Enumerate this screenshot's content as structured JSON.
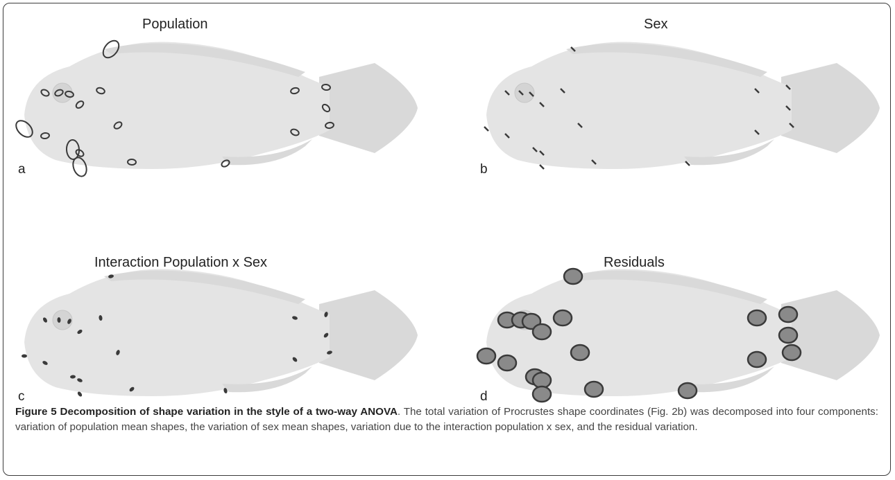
{
  "panels": [
    {
      "title": "Population",
      "letter": "a",
      "style": "ellipse"
    },
    {
      "title": "Sex",
      "letter": "b",
      "style": "tick"
    },
    {
      "title": "Interaction Population x Sex",
      "letter": "c",
      "style": "dot"
    },
    {
      "title": "Residuals",
      "letter": "d",
      "style": "cloud"
    }
  ],
  "caption": {
    "label": "Figure 5",
    "heading": "Decomposition of shape variation in the style of a two-way ANOVA",
    "body": ". The total variation of Procrustes shape coordinates (Fig. 2b) was decomposed into four components: variation of population mean shapes, the variation of sex mean shapes, variation due to the interaction population x sex, and the residual variation."
  },
  "colors": {
    "fish_body": "#e4e4e4",
    "fish_fin": "#d9d9d9",
    "marks": "#3a3a3a",
    "frame": "#3a3a3a"
  }
}
